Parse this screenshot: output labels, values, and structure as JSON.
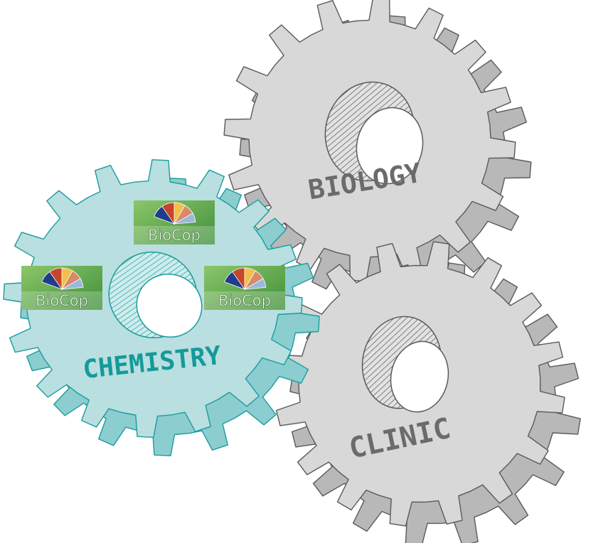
{
  "gears": {
    "biology": {
      "label": "BIOLOGY",
      "fill": "#d8d8d8",
      "edge": "#b8b8b8",
      "stroke": "#5a5a5a",
      "text_color": "#6b6b6b",
      "teeth": 16
    },
    "clinic": {
      "label": "CLINIC",
      "fill": "#d8d8d8",
      "edge": "#b8b8b8",
      "stroke": "#5a5a5a",
      "text_color": "#6b6b6b",
      "teeth": 16
    },
    "chemistry": {
      "label": "CHEMISTRY",
      "fill": "#b9dfe0",
      "edge": "#8ccdd0",
      "stroke": "#1a9c9c",
      "text_color": "#159a9a",
      "teeth": 16
    }
  },
  "logos": [
    {
      "text": "BioCop",
      "background": "#5fa84a",
      "icon": "flask-dna-collage-icon"
    },
    {
      "text": "BioCop",
      "background": "#5fa84a",
      "icon": "flask-dna-collage-icon"
    },
    {
      "text": "BioCop",
      "background": "#5fa84a",
      "icon": "flask-dna-collage-icon"
    }
  ]
}
